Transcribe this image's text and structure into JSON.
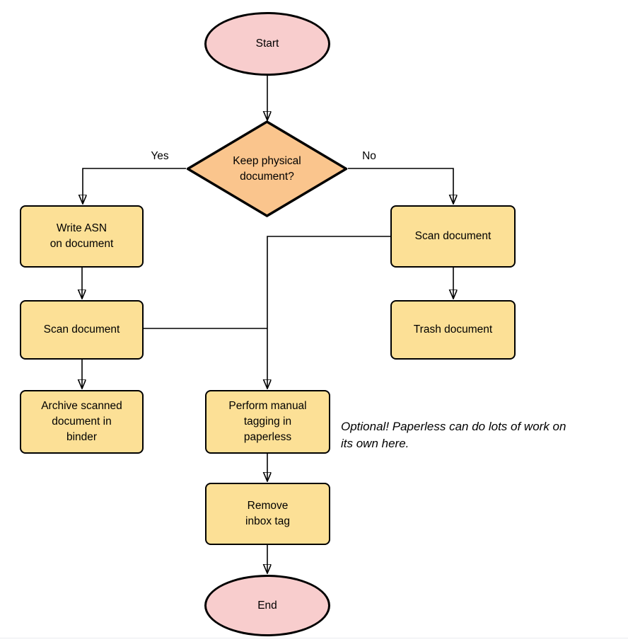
{
  "colors": {
    "terminal_fill": "#f8cdcd",
    "decision_fill": "#fac58d",
    "process_fill": "#fce096",
    "stroke": "#000000",
    "page_edge": "#e9ebee"
  },
  "nodes": {
    "start": {
      "label": "Start",
      "type": "terminal"
    },
    "decision": {
      "label": "Keep physical\ndocument?",
      "type": "decision"
    },
    "write_asn": {
      "label": "Write ASN\non document",
      "type": "process"
    },
    "scan_left": {
      "label": "Scan document",
      "type": "process"
    },
    "archive": {
      "label": "Archive scanned\ndocument in\nbinder",
      "type": "process"
    },
    "scan_right": {
      "label": "Scan document",
      "type": "process"
    },
    "trash": {
      "label": "Trash document",
      "type": "process"
    },
    "perform_tagging": {
      "label": "Perform manual\ntagging in\npaperless",
      "type": "process"
    },
    "remove_inbox_tag": {
      "label": "Remove\ninbox tag",
      "type": "process"
    },
    "end": {
      "label": "End",
      "type": "terminal"
    }
  },
  "edge_labels": {
    "yes": "Yes",
    "no": "No"
  },
  "annotation": {
    "text": "Optional! Paperless can do lots of work on\nits own here."
  }
}
